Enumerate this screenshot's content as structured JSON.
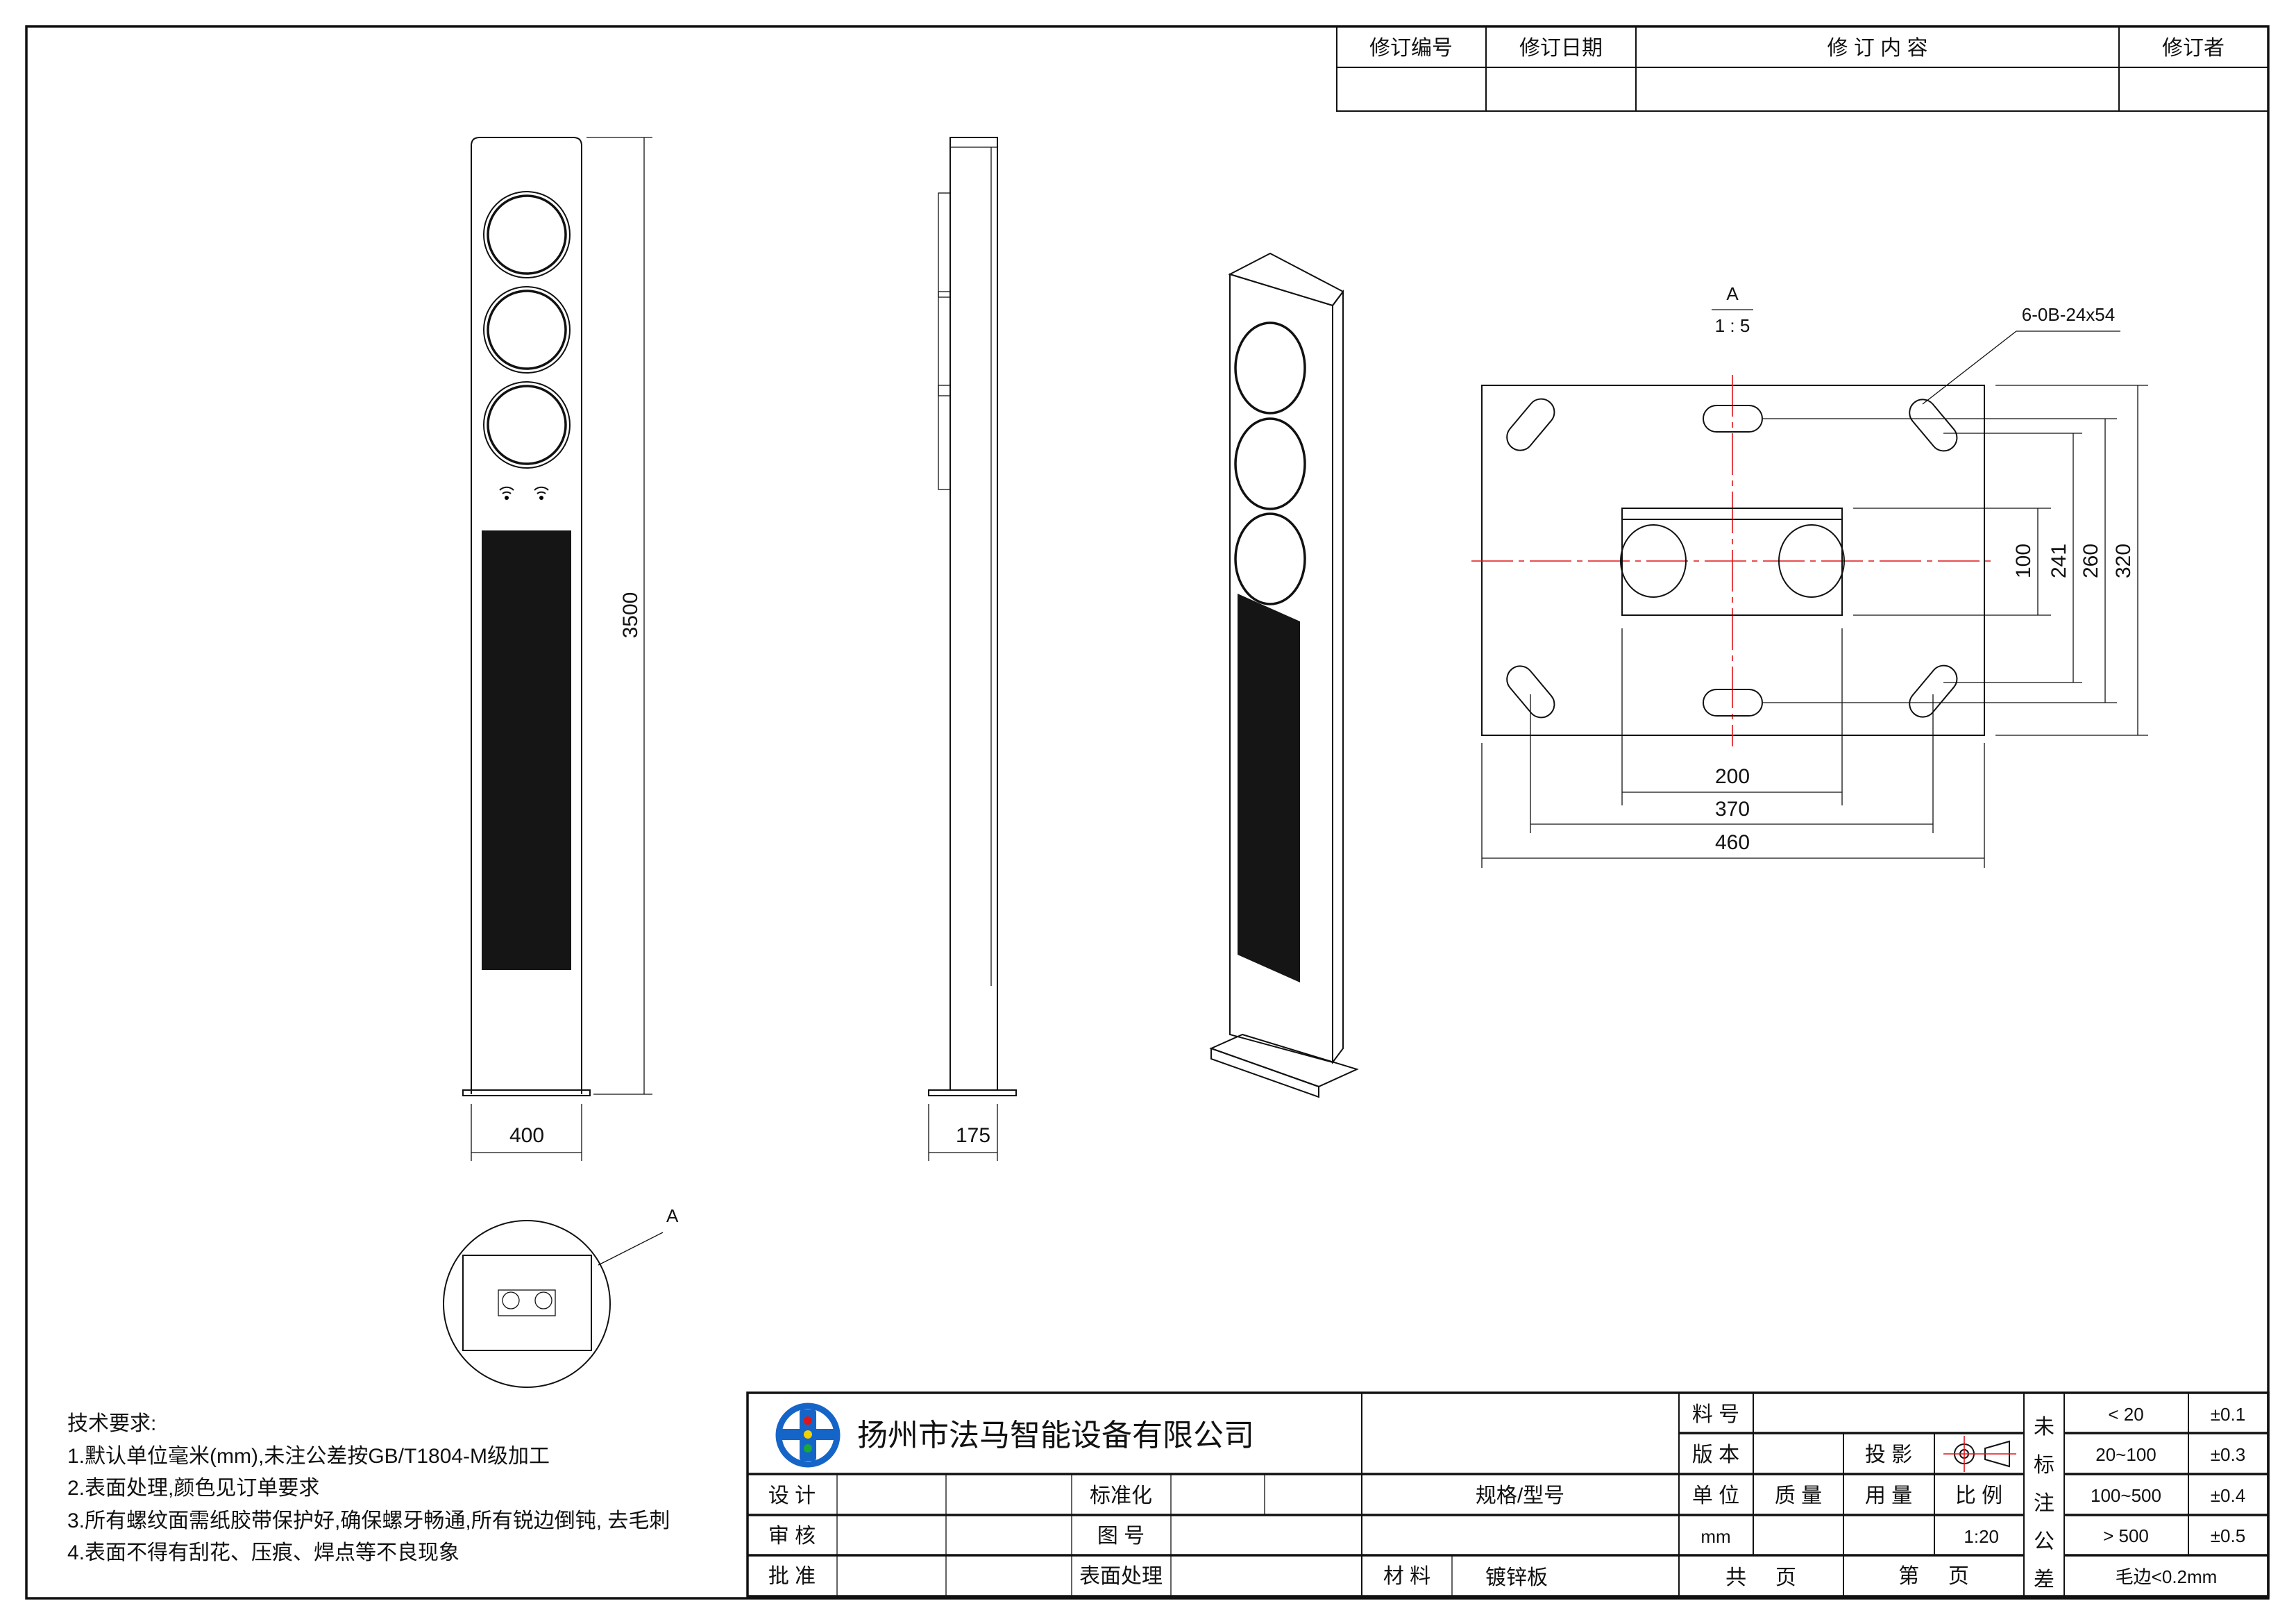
{
  "revision_table": {
    "headers": [
      "修订编号",
      "修订日期",
      "修 订 内 容",
      "修订者"
    ]
  },
  "views": {
    "front": {
      "height_dim": "3500",
      "width_dim": "400"
    },
    "side": {
      "depth_dim": "175"
    },
    "detail_callout": "A"
  },
  "detail_a": {
    "label": "A",
    "scale": "1 : 5",
    "slot_note": "6-0B-24x54",
    "dims_horizontal": [
      "200",
      "370",
      "460"
    ],
    "dims_vertical": [
      "100",
      "241",
      "260",
      "320"
    ]
  },
  "tech_requirements": {
    "title": "技术要求:",
    "items": [
      "1.默认单位毫米(mm),未注公差按GB/T1804-M级加工",
      "2.表面处理,颜色见订单要求",
      "3.所有螺纹面需纸胶带保护好,确保螺牙畅通,所有锐边倒钝, 去毛刺",
      "4.表面不得有刮花、压痕、焊点等不良现象"
    ]
  },
  "title_block": {
    "company": "扬州市法马智能设备有限公司",
    "material_no_label": "料 号",
    "version_label": "版 本",
    "projection_label": "投 影",
    "design_label": "设 计",
    "standardize_label": "标准化",
    "spec_label": "规格/型号",
    "unit_label": "单 位",
    "mass_label": "质 量",
    "quantity_label": "用 量",
    "scale_label": "比 例",
    "review_label": "审 核",
    "drawing_no_label": "图 号",
    "unit_value": "mm",
    "scale_value": "1:20",
    "approve_label": "批 准",
    "surface_label": "表面处理",
    "material_label": "材 料",
    "material_value": "镀锌板",
    "total_pages": "共     页",
    "page_no": "第     页",
    "tolerance_title": [
      "未",
      "标",
      "注",
      "公",
      "差"
    ],
    "tolerances": [
      {
        "range": "< 20",
        "value": "±0.1"
      },
      {
        "range": "20~100",
        "value": "±0.3"
      },
      {
        "range": "100~500",
        "value": "±0.4"
      },
      {
        "range": "> 500",
        "value": "±0.5"
      }
    ],
    "burr": "毛边<0.2mm"
  },
  "colors": {
    "logo_blue": "#1565c8",
    "centerline": "#e0151a"
  }
}
